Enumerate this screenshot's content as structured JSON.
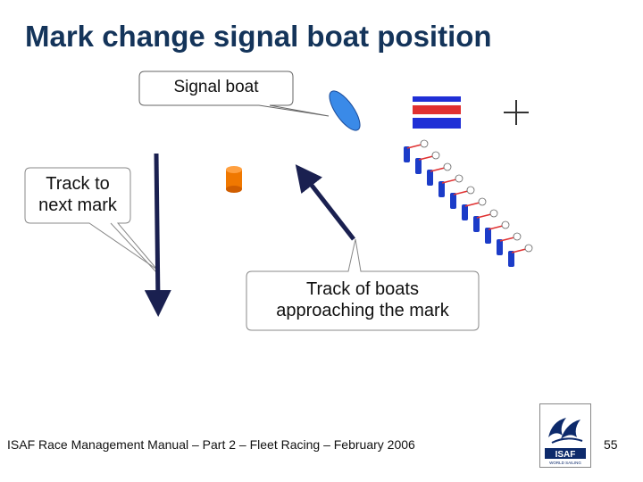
{
  "slide": {
    "title": "Mark change signal boat position",
    "callouts": {
      "signal_boat": "Signal boat",
      "track_next_mark": [
        "Track to",
        "next mark"
      ],
      "track_boats": [
        "Track of boats",
        "approaching the mark"
      ]
    },
    "symbols": {
      "plus_sign": "+",
      "flag": "blue-white-red striped flag",
      "mark": "orange cylinder mark"
    },
    "fleet": {
      "boat_count": 10
    },
    "footer": "ISAF Race Management Manual – Part 2 – Fleet Racing – February 2006",
    "page_number": "55",
    "logo": {
      "text": "ISAF",
      "subtext": "WORLD SAILING"
    }
  },
  "colors": {
    "title": "#14345a",
    "flag_blue": "#1f2fd6",
    "flag_red": "#e03030",
    "mark_orange": "#f07800",
    "signal_boat": "#3a8ae8",
    "arrow": "#1a2050",
    "boat_blue": "#1c3cc8",
    "logo_navy": "#0d2a6b"
  }
}
